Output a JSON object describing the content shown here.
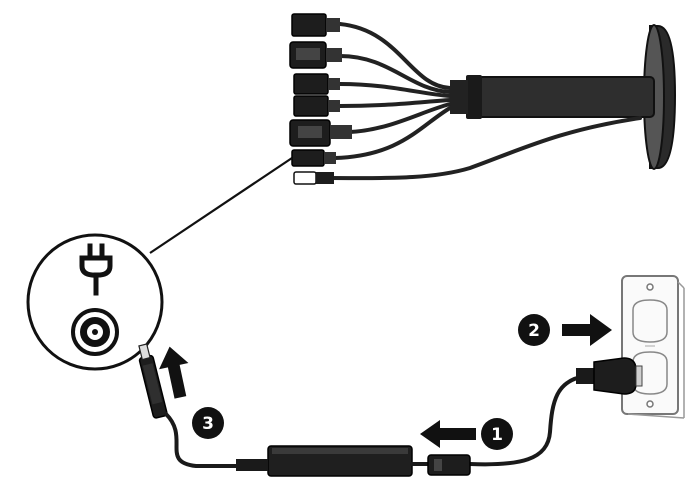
{
  "steps": [
    {
      "number": "1"
    },
    {
      "number": "2"
    },
    {
      "number": "3"
    }
  ],
  "icons": {
    "power_plug": "power-plug-icon",
    "dc_jack": "dc-power-jack-icon"
  },
  "colors": {
    "ink": "#111111",
    "cable": "#222222",
    "outlet_fill": "#fafafa",
    "outlet_stroke": "#777777"
  }
}
